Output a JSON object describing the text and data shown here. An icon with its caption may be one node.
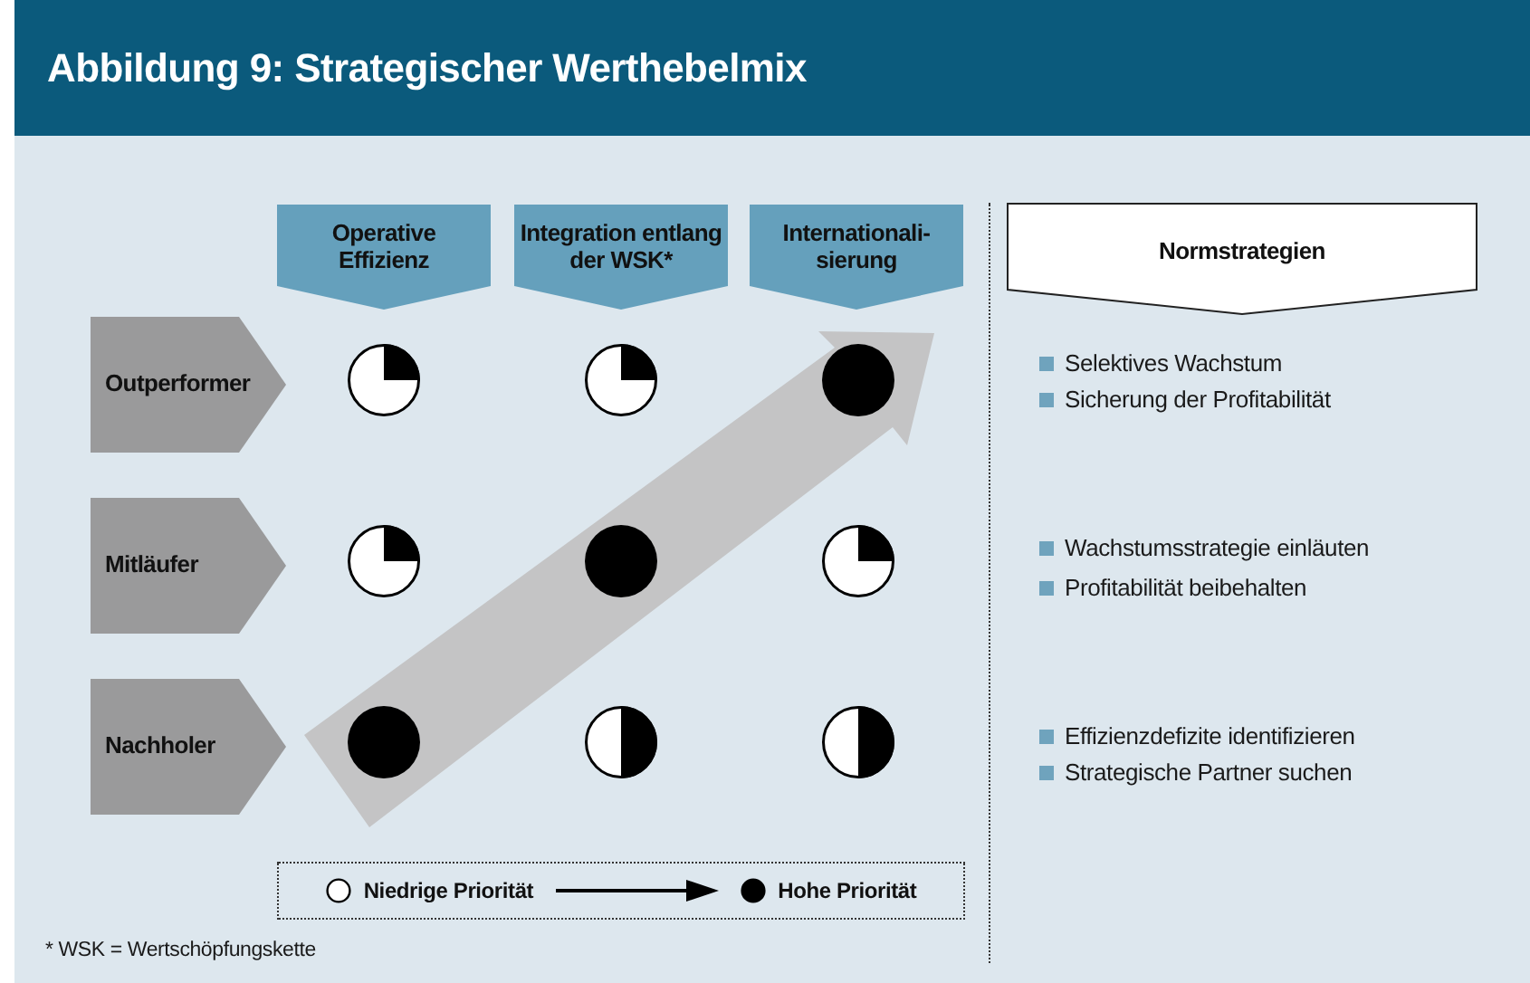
{
  "diagram": {
    "title": "Abbildung 9: Strategischer Werthebelmix",
    "nodes": [
      {
        "text": [
          "Operative Effizienz"
        ]
      },
      {
        "text": [
          "Integration entlang der WSK*"
        ]
      },
      {
        "text": [
          "Internationali- sierung"
        ]
      },
      {
        "text": [
          "Outperformer"
        ]
      },
      {
        "text": [
          "Mitläufer"
        ]
      },
      {
        "text": [
          "Nachholer"
        ]
      },
      {
        "text": [
          "Normstrategien"
        ]
      }
    ],
    "labels": [
      "Selektives Wachstum",
      "Sicherung der Profitabilität",
      "Wachstumsstrategie einläuten",
      "Profitabilität beibehalten",
      "Effizienzdefizite identifizieren",
      "Strategische Partner suchen",
      "* WSK = Wertschöpfungskette"
    ],
    "legend": [
      {
        "text": "Niedrige Priorität"
      },
      {
        "text": "Hohe Priorität"
      }
    ]
  }
}
